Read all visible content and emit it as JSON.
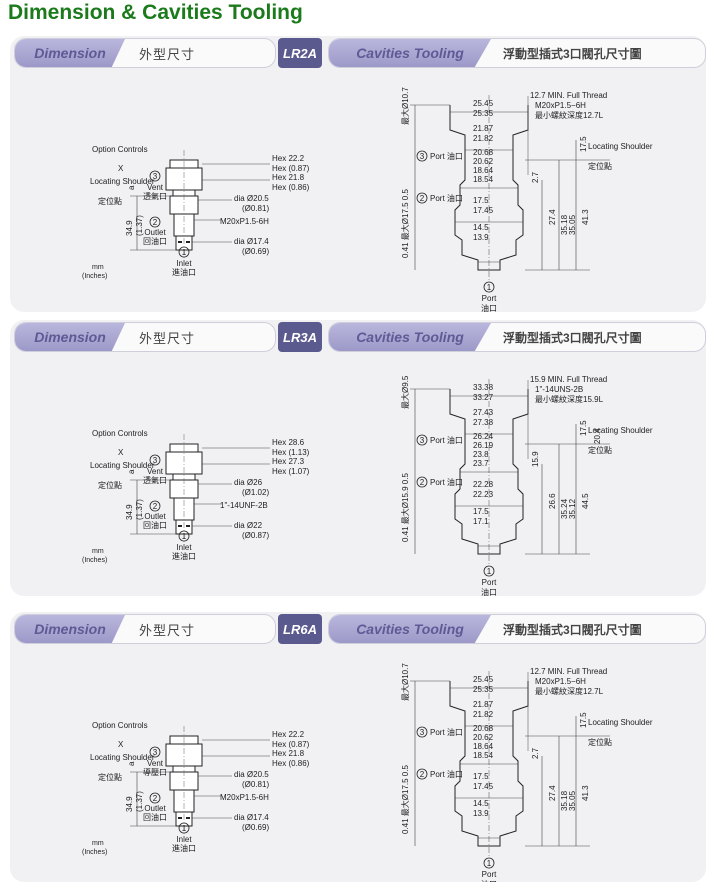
{
  "page_title": "Dimension & Cavities Tooling",
  "sections": [
    {
      "dimension_label": "Dimension",
      "dimension_zh": "外型尺寸",
      "model_code": "LR2A",
      "cavities_label": "Cavities Tooling",
      "cavities_zh": "浮動型插式3口閥孔尺寸圖",
      "dim": {
        "option_controls": "Option Controls",
        "x": "X",
        "vent": "Vent",
        "vent_zh": "透氣口",
        "vent_num": "3",
        "locating_shoulder": "Locating Shoulder",
        "locating_zh": "定位點",
        "outlet": "Outlet",
        "outlet_zh": "回油口",
        "outlet_num": "2",
        "inlet": "Inlet",
        "inlet_zh": "進油口",
        "inlet_num": "1",
        "height": "34.9",
        "height_in": "(1.37)",
        "a_mark": "a",
        "hex_mm": "Hex 22.2",
        "hex_in": "Hex (0.87)",
        "hex2_mm": "Hex 21.8",
        "hex2_in": "Hex (0.86)",
        "dia1": "dia  Ø20.5",
        "dia1_in": "(Ø0.81)",
        "thread": "M20xP1.5-6H",
        "dia2": "dia  Ø17.4",
        "dia2_in": "(Ø0.69)",
        "units": "mm",
        "units_in": "(Inches)"
      },
      "cav": {
        "thread_min": "12.7 MIN. Full Thread",
        "thread_spec": "M20xP1.5−6H",
        "thread_zh": "最小螺紋深度12.7L",
        "d1a": "25.45",
        "d1b": "25.35",
        "d2a": "21.87",
        "d2b": "21.82",
        "d3a": "20.68",
        "d3b": "20.62",
        "d4a": "18.64",
        "d4b": "18.54",
        "d5a": "17.5",
        "d5b": "17.45",
        "d6a": "14.5",
        "d6b": "13.9",
        "port3": "Port 油口",
        "port3_num": "3",
        "port2": "Port 油口",
        "port2_num": "2",
        "port1": "Port",
        "port1_zh": "油口",
        "port1_num": "1",
        "left_dims": "0.41 最大Ø17.5 0.5",
        "top_left": "最大Ø10.7",
        "v1": "2.7",
        "v2": "27.4",
        "v3a": "35.18",
        "v3b": "35.05",
        "v4": "41.3",
        "v5": "17.5",
        "locating": "Locating Shoulder",
        "locating_zh": "定位點"
      }
    },
    {
      "dimension_label": "Dimension",
      "dimension_zh": "外型尺寸",
      "model_code": "LR3A",
      "cavities_label": "Cavities Tooling",
      "cavities_zh": "浮動型插式3口閥孔尺寸圖",
      "dim": {
        "option_controls": "Option Controls",
        "x": "X",
        "vent": "Vent",
        "vent_zh": "透氣口",
        "vent_num": "3",
        "locating_shoulder": "Locating Shoulder",
        "locating_zh": "定位點",
        "outlet": "Outlet",
        "outlet_zh": "回油口",
        "outlet_num": "2",
        "inlet": "Inlet",
        "inlet_zh": "進油口",
        "inlet_num": "1",
        "height": "34.9",
        "height_in": "(1.37)",
        "a_mark": "a",
        "hex_mm": "Hex 28.6",
        "hex_in": "Hex (1.13)",
        "hex2_mm": "Hex 27.3",
        "hex2_in": "Hex (1.07)",
        "dia1": "dia  Ø26",
        "dia1_in": "(Ø1.02)",
        "thread": "1\"-14UNF-2B",
        "dia2": "dia  Ø22",
        "dia2_in": "(Ø0.87)",
        "units": "mm",
        "units_in": "(Inches)"
      },
      "cav": {
        "thread_min": "15.9 MIN. Full Thread",
        "thread_spec": "1\"-14UNS-2B",
        "thread_zh": "最小螺紋深度15.9L",
        "d1a": "33.38",
        "d1b": "33.27",
        "d2a": "27.43",
        "d2b": "27.38",
        "d3a": "26.24",
        "d3b": "26.19",
        "d4a": "23.8",
        "d4b": "23.7",
        "d5a": "22.28",
        "d5b": "22.23",
        "d6a": "17.5",
        "d6b": "17.1",
        "port3": "Port 油口",
        "port3_num": "3",
        "port2": "Port 油口",
        "port2_num": "2",
        "port1": "Port",
        "port1_zh": "油口",
        "port1_num": "1",
        "left_dims": "0.41 最大Ø15.9 0.5",
        "top_left": "最大Ø9.5",
        "v1": "15.9",
        "v2": "26.6",
        "v3a": "35.24",
        "v3b": "35.12",
        "v4": "44.5",
        "v5": "17.5",
        "v6": "20.4",
        "locating": "Locating Shoulder",
        "locating_zh": "定位點"
      }
    },
    {
      "dimension_label": "Dimension",
      "dimension_zh": "外型尺寸",
      "model_code": "LR6A",
      "cavities_label": "Cavities Tooling",
      "cavities_zh": "浮動型插式3口閥孔尺寸圖",
      "dim": {
        "option_controls": "Option Controls",
        "x": "X",
        "vent": "Vent",
        "vent_zh": "導壓口",
        "vent_num": "3",
        "locating_shoulder": "Locating Shoulder",
        "locating_zh": "定位點",
        "outlet": "Outlet",
        "outlet_zh": "回油口",
        "outlet_num": "2",
        "inlet": "Inlet",
        "inlet_zh": "進油口",
        "inlet_num": "1",
        "height": "34.9",
        "height_in": "(1.37)",
        "a_mark": "a",
        "hex_mm": "Hex 22.2",
        "hex_in": "Hex (0.87)",
        "hex2_mm": "Hex 21.8",
        "hex2_in": "Hex (0.86)",
        "dia1": "dia  Ø20.5",
        "dia1_in": "(Ø0.81)",
        "thread": "M20xP1.5-6H",
        "dia2": "dia  Ø17.4",
        "dia2_in": "(Ø0.69)",
        "units": "mm",
        "units_in": "(Inches)"
      },
      "cav": {
        "thread_min": "12.7 MIN. Full Thread",
        "thread_spec": "M20xP1.5−6H",
        "thread_zh": "最小螺紋深度12.7L",
        "d1a": "25.45",
        "d1b": "25.35",
        "d2a": "21.87",
        "d2b": "21.82",
        "d3a": "20.68",
        "d3b": "20.62",
        "d4a": "18.64",
        "d4b": "18.54",
        "d5a": "17.5",
        "d5b": "17.45",
        "d6a": "14.5",
        "d6b": "13.9",
        "port3": "Port 油口",
        "port3_num": "3",
        "port2": "Port 油口",
        "port2_num": "2",
        "port1": "Port",
        "port1_zh": "油口",
        "port1_num": "1",
        "left_dims": "0.41 最大Ø17.5 0.5",
        "top_left": "最大Ø10.7",
        "v1": "2.7",
        "v2": "27.4",
        "v3a": "35.18",
        "v3b": "35.05",
        "v4": "41.3",
        "v5": "17.5",
        "locating": "Locating Shoulder",
        "locating_zh": "定位點"
      }
    }
  ]
}
